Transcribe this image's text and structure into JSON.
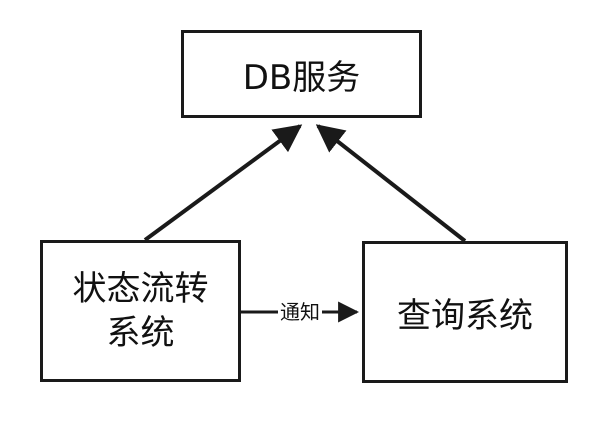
{
  "diagram": {
    "nodes": [
      {
        "id": "db",
        "lines": [
          "DB服务"
        ]
      },
      {
        "id": "state",
        "lines": [
          "状态流转",
          "系统"
        ]
      },
      {
        "id": "query",
        "lines": [
          "查询系统"
        ]
      }
    ],
    "edges": [
      {
        "from": "state",
        "to": "db",
        "label": ""
      },
      {
        "from": "query",
        "to": "db",
        "label": ""
      },
      {
        "from": "state",
        "to": "query",
        "label": "通知"
      }
    ],
    "colors": {
      "stroke": "#1a1a1a",
      "background": "#ffffff",
      "text": "#111111"
    }
  }
}
